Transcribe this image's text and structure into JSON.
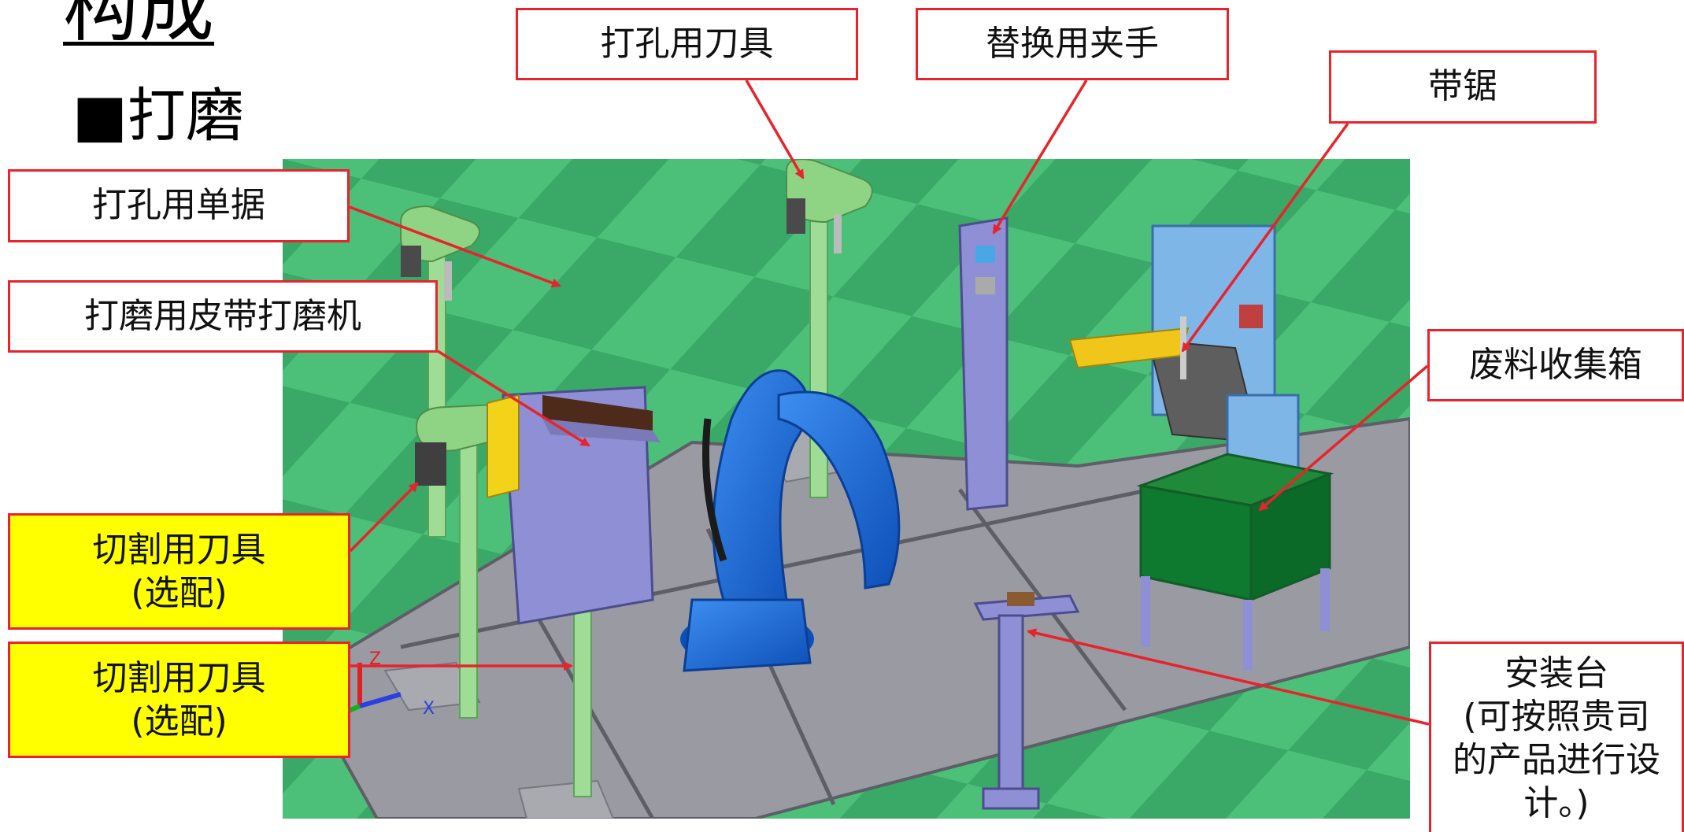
{
  "title": "构成",
  "subtitle": "■打磨",
  "labels": {
    "drill_tool": "打孔用刀具",
    "gripper": "替换用夹手",
    "band_saw": "带锯",
    "drill_single": "打孔用单据",
    "belt_sander": "打磨用皮带打磨机",
    "scrap_box": "废料收集箱",
    "cut_tool_1": {
      "line1": "切割用刀具",
      "line2": "(选配)"
    },
    "cut_tool_2": {
      "line1": "切割用刀具",
      "line2": "(选配)"
    },
    "fixture": {
      "line1": "安装台",
      "line2": "(可按照贵司",
      "line3": "的产品进行设",
      "line4": "计。)"
    }
  },
  "axis_labels": {
    "z": "Z",
    "x": "X"
  },
  "colors": {
    "leader": "#e8232b",
    "highlight": "#ffff00",
    "robot": "#1f6fd6",
    "floor": "#4dc27a"
  }
}
